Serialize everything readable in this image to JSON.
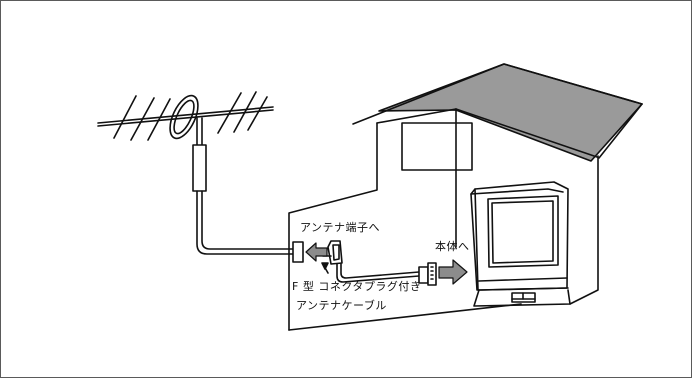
{
  "labels": {
    "antenna_terminal": "アンテナ端子へ",
    "to_body": "本体へ",
    "f_type_plug": "F 型 コネクタプラグ付き",
    "antenna_cable": "アンテナケーブル"
  },
  "colors": {
    "ink": "#111111",
    "roof": "#9a9a9a",
    "arrow": "#8c8c8c",
    "frame": "#5a5a5a",
    "fill": "#ffffff"
  },
  "icons": {
    "antenna": "yagi-antenna-icon",
    "house": "house-icon",
    "tv": "tv-icon",
    "plug": "f-connector-plug-icon",
    "arrow": "gray-arrow-icon"
  }
}
